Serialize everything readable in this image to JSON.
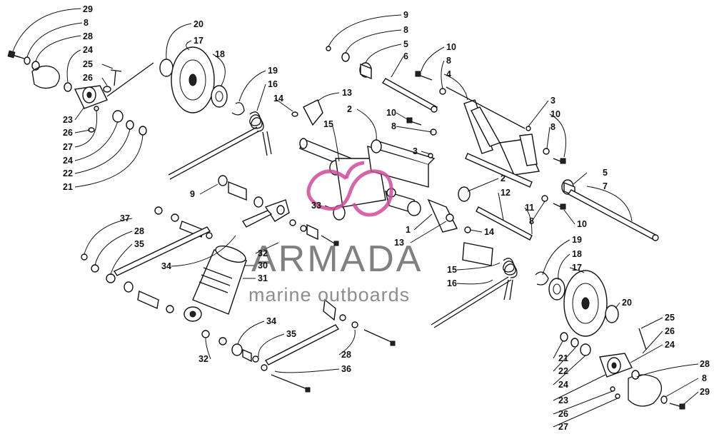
{
  "diagram": {
    "callouts": [
      {
        "id": "c1",
        "text": "29"
      },
      {
        "id": "c2",
        "text": "8"
      },
      {
        "id": "c3",
        "text": "28"
      },
      {
        "id": "c4",
        "text": "24"
      },
      {
        "id": "c5",
        "text": "25"
      },
      {
        "id": "c6",
        "text": "26"
      },
      {
        "id": "c7",
        "text": "23"
      },
      {
        "id": "c8",
        "text": "26"
      },
      {
        "id": "c9",
        "text": "27"
      },
      {
        "id": "c10",
        "text": "24"
      },
      {
        "id": "c11",
        "text": "22"
      },
      {
        "id": "c12",
        "text": "21"
      },
      {
        "id": "c13",
        "text": "20"
      },
      {
        "id": "c14",
        "text": "17"
      },
      {
        "id": "c15",
        "text": "18"
      },
      {
        "id": "c16",
        "text": "19"
      },
      {
        "id": "c17",
        "text": "16"
      },
      {
        "id": "c18",
        "text": "14"
      },
      {
        "id": "c19",
        "text": "13"
      },
      {
        "id": "c20",
        "text": "2"
      },
      {
        "id": "c21",
        "text": "15"
      },
      {
        "id": "c22",
        "text": "3"
      },
      {
        "id": "c23",
        "text": "9"
      },
      {
        "id": "c24",
        "text": "8"
      },
      {
        "id": "c25",
        "text": "5"
      },
      {
        "id": "c26",
        "text": "6"
      },
      {
        "id": "c27",
        "text": "10"
      },
      {
        "id": "c28",
        "text": "8"
      },
      {
        "id": "c29",
        "text": "4"
      },
      {
        "id": "c30",
        "text": "3"
      },
      {
        "id": "c31",
        "text": "10"
      },
      {
        "id": "c32",
        "text": "8"
      },
      {
        "id": "c33",
        "text": "10"
      },
      {
        "id": "c34",
        "text": "8"
      },
      {
        "id": "c35",
        "text": "5"
      },
      {
        "id": "c36",
        "text": "7"
      },
      {
        "id": "c37",
        "text": "2"
      },
      {
        "id": "c38",
        "text": "12"
      },
      {
        "id": "c39",
        "text": "11"
      },
      {
        "id": "c40",
        "text": "8"
      },
      {
        "id": "c41",
        "text": "10"
      },
      {
        "id": "c42",
        "text": "9"
      },
      {
        "id": "c43",
        "text": "33"
      },
      {
        "id": "c44",
        "text": "1"
      },
      {
        "id": "c45",
        "text": "14"
      },
      {
        "id": "c46",
        "text": "13"
      },
      {
        "id": "c47",
        "text": "37"
      },
      {
        "id": "c48",
        "text": "28"
      },
      {
        "id": "c49",
        "text": "35"
      },
      {
        "id": "c50",
        "text": "34"
      },
      {
        "id": "c51",
        "text": "32"
      },
      {
        "id": "c52",
        "text": "30"
      },
      {
        "id": "c53",
        "text": "31"
      },
      {
        "id": "c54",
        "text": "19"
      },
      {
        "id": "c55",
        "text": "18"
      },
      {
        "id": "c56",
        "text": "17"
      },
      {
        "id": "c57",
        "text": "15"
      },
      {
        "id": "c58",
        "text": "16"
      },
      {
        "id": "c59",
        "text": "20"
      },
      {
        "id": "c60",
        "text": "34"
      },
      {
        "id": "c61",
        "text": "35"
      },
      {
        "id": "c62",
        "text": "32"
      },
      {
        "id": "c63",
        "text": "28"
      },
      {
        "id": "c64",
        "text": "36"
      },
      {
        "id": "c65",
        "text": "25"
      },
      {
        "id": "c66",
        "text": "26"
      },
      {
        "id": "c67",
        "text": "24"
      },
      {
        "id": "c68",
        "text": "21"
      },
      {
        "id": "c69",
        "text": "22"
      },
      {
        "id": "c70",
        "text": "24"
      },
      {
        "id": "c71",
        "text": "23"
      },
      {
        "id": "c72",
        "text": "26"
      },
      {
        "id": "c73",
        "text": "27"
      },
      {
        "id": "c74",
        "text": "28"
      },
      {
        "id": "c75",
        "text": "8"
      },
      {
        "id": "c76",
        "text": "29"
      }
    ]
  },
  "watermark": {
    "brand": "ARMADA",
    "tagline": "marine outboards",
    "logo_color": "#d04a9a"
  }
}
